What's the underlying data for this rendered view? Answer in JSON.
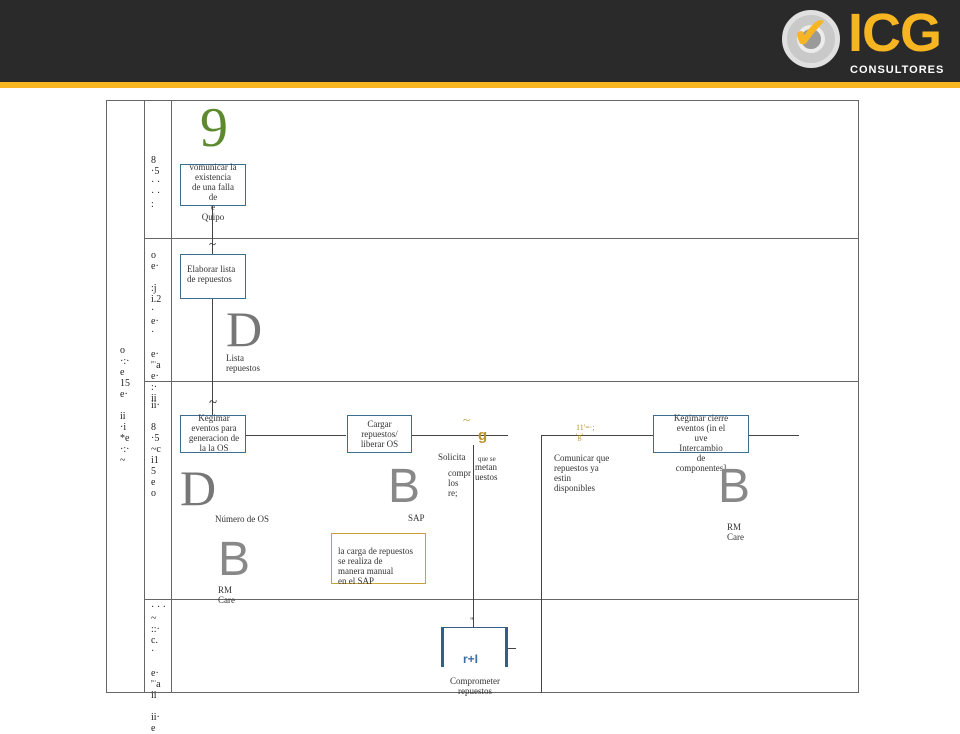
{
  "header": {
    "logo_text": "ICG",
    "logo_subtext": "CONSULTORES",
    "logo_mark": "✔"
  },
  "diagram": {
    "green_glyph": "9",
    "col_a_text": "o\n·:·\ne\n15\ne·\n\nii\n·i\n*e\n·:·\n~",
    "lane1_label": "8\n·5\n· ·\n· ·\n:",
    "lane2_label": "o\ne·\n\n:j\ni.2\n·\ne·\n·\n\ne·\n'¨a\ne·\n:·\nii",
    "lane3_label": "ii·\n\n8\n·5\n~c\ni1\n5\ne\no",
    "lane4_label": "· · ·\n~\n::·\nc.\n·\n\ne·\n'¨a\nii\n\nii·\ne",
    "task_comunicar": "vomunicar  la\nexistencia\nde una falla\nde\ne\nQuipo",
    "tilde_1": "~",
    "task_elaborar": "Elaborar  lista\nde repuestos",
    "doc_lista_glyph": "D",
    "doc_lista_label": "Lista\nrepuestos",
    "tilde_2": "~",
    "task_registrar_eventos": "Kegimar\neventos  para\ngeneracion  de\nla la  OS",
    "doc_os_glyph": "D",
    "doc_os_label": "Número   de OS",
    "db_rm_left_glyph": "B",
    "db_rm_left_label": "RM\nCare",
    "task_cargar": "Cargar\nrepuestos/\nliberar OS",
    "db_sap_glyph": "B",
    "db_sap_label": "SAP",
    "note_text": "la carga de repuestos\nse realiza  de\nmanera manual\nen  el SAP",
    "gateway_g": "g",
    "gateway_tilde": "~",
    "gateway_text_solicita": "Solicita",
    "gateway_text_que": "que  se",
    "gateway_text_compr": "compr\nlos\nre;",
    "gateway_text_metan": "metan\nuestos",
    "gateway_marks": "11'=·;\n'g'",
    "task_comunicar2": "Comunicar  que\nrepuestos  ya\nestin\ndisponibles",
    "task_registrar_cierre": "Kegimar  cierre\neventos (in el\nuve\nIntercambio\nde\ncomponentes]",
    "db_rm_right_glyph": "B",
    "db_rm_right_label": "RM\nCare",
    "comprometer_quote": "\"",
    "comprometer_mark": "r+I",
    "comprometer_label": "Comprometer\nrepuestos"
  }
}
